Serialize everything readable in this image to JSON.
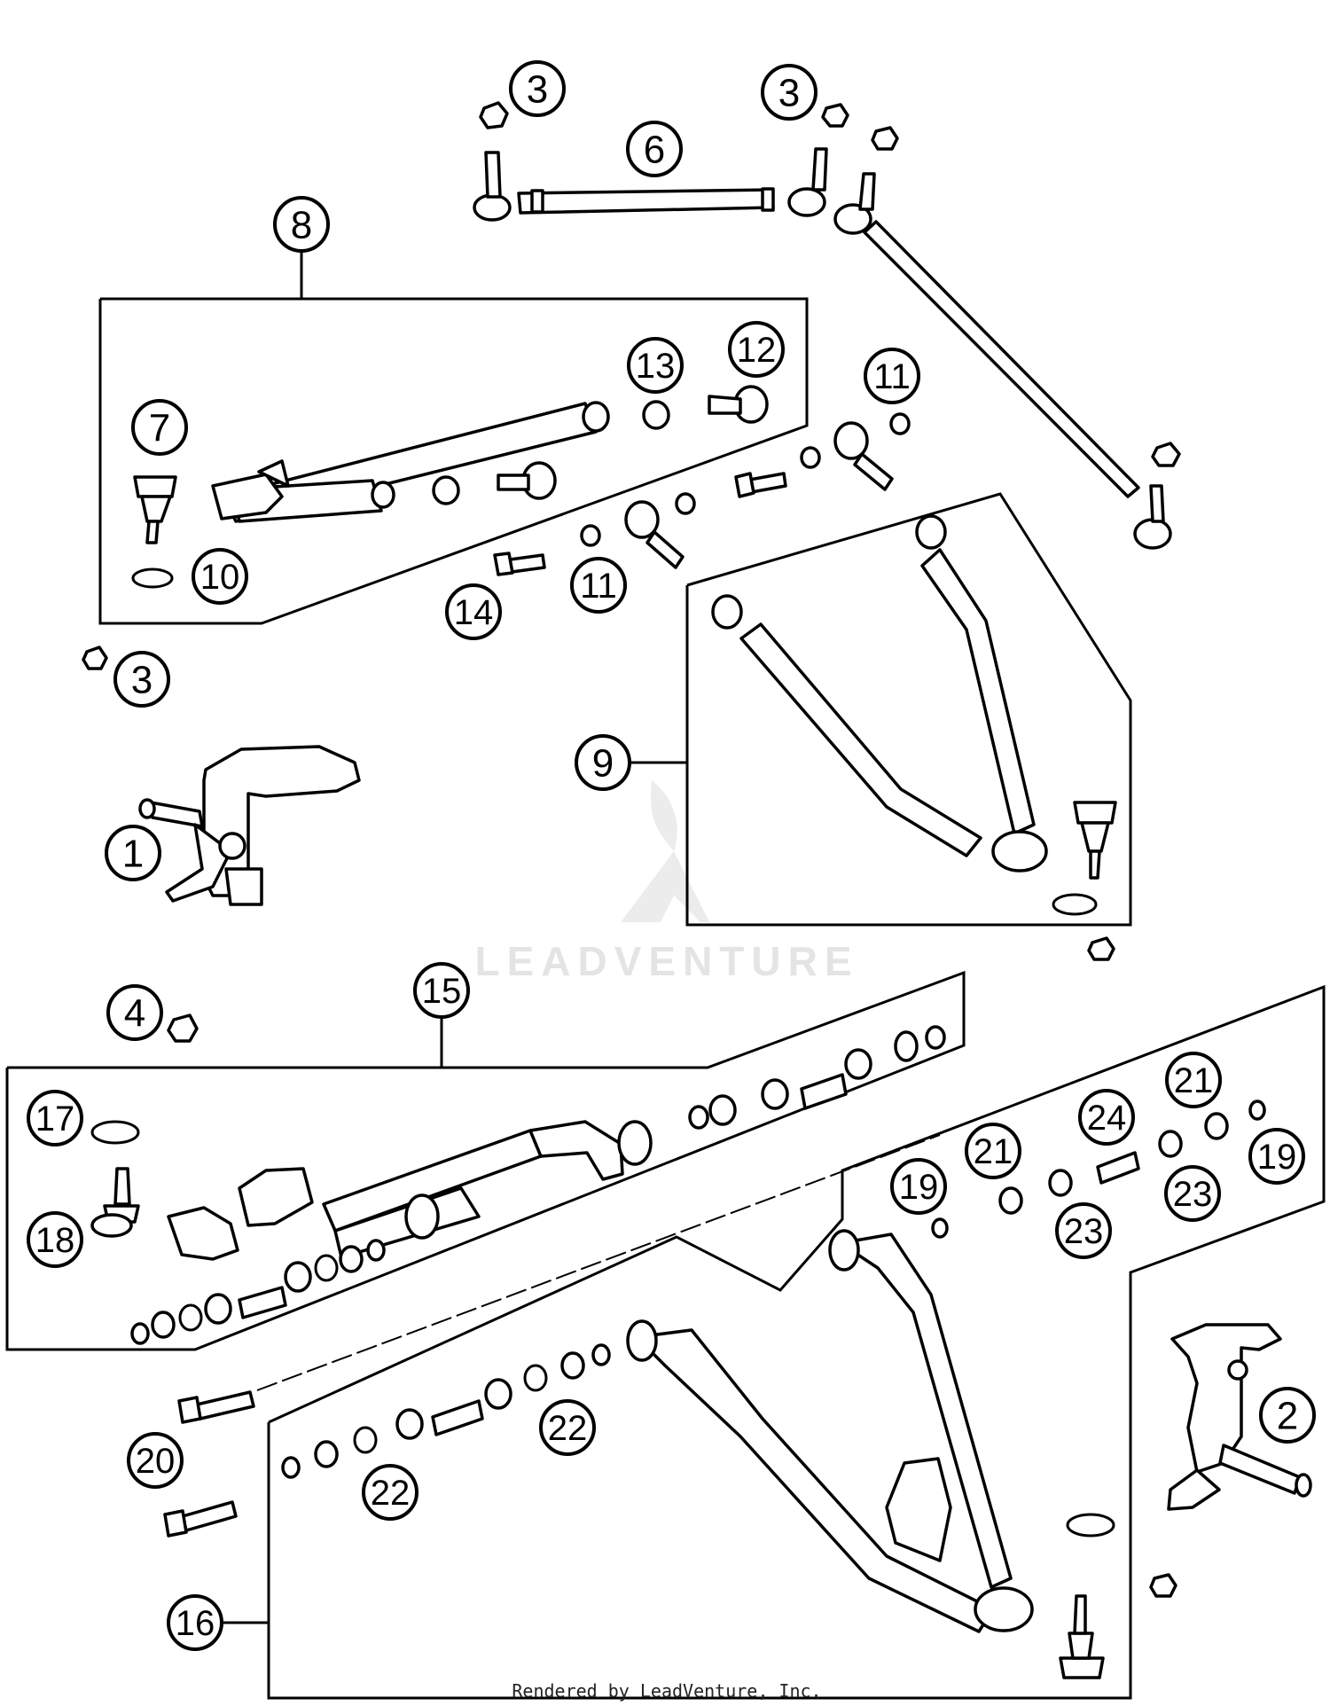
{
  "diagram": {
    "callouts": [
      {
        "id": "1",
        "label": "1"
      },
      {
        "id": "2",
        "label": "2"
      },
      {
        "id": "3a",
        "label": "3"
      },
      {
        "id": "3b",
        "label": "3"
      },
      {
        "id": "3c",
        "label": "3"
      },
      {
        "id": "4",
        "label": "4"
      },
      {
        "id": "6",
        "label": "6"
      },
      {
        "id": "7",
        "label": "7"
      },
      {
        "id": "8",
        "label": "8"
      },
      {
        "id": "9",
        "label": "9"
      },
      {
        "id": "10",
        "label": "10"
      },
      {
        "id": "11a",
        "label": "11"
      },
      {
        "id": "11b",
        "label": "11"
      },
      {
        "id": "12",
        "label": "12"
      },
      {
        "id": "13",
        "label": "13"
      },
      {
        "id": "14",
        "label": "14"
      },
      {
        "id": "15",
        "label": "15"
      },
      {
        "id": "16",
        "label": "16"
      },
      {
        "id": "17",
        "label": "17"
      },
      {
        "id": "18",
        "label": "18"
      },
      {
        "id": "19a",
        "label": "19"
      },
      {
        "id": "19b",
        "label": "19"
      },
      {
        "id": "20",
        "label": "20"
      },
      {
        "id": "21a",
        "label": "21"
      },
      {
        "id": "21b",
        "label": "21"
      },
      {
        "id": "22a",
        "label": "22"
      },
      {
        "id": "22b",
        "label": "22"
      },
      {
        "id": "23a",
        "label": "23"
      },
      {
        "id": "23b",
        "label": "23"
      },
      {
        "id": "24",
        "label": "24"
      }
    ]
  },
  "watermark": "LEADVENTURE",
  "footer": "Rendered by LeadVenture, Inc."
}
